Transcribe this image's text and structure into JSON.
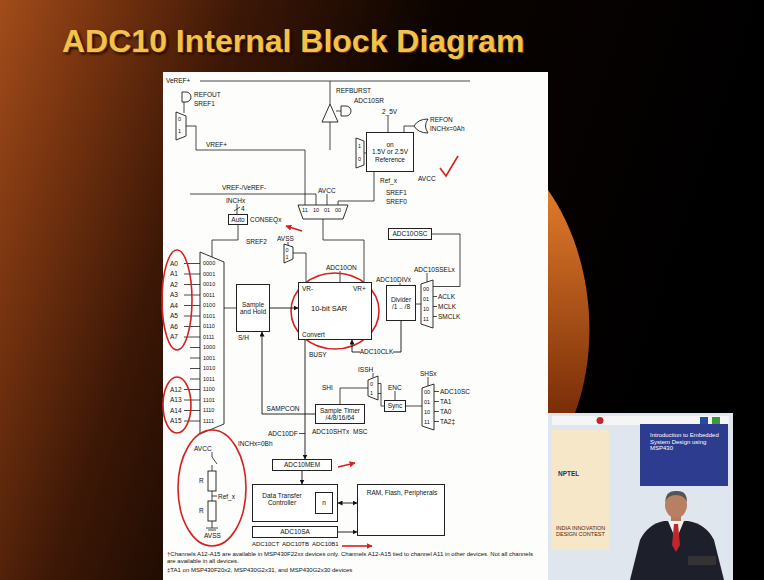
{
  "diagram": {
    "title": "ADC10 Internal Block Diagram",
    "nodes": [
      {
        "text": [
          "on",
          "1.5V or 2.5V Reference"
        ]
      },
      {
        "text": [
          "Auto"
        ]
      },
      {
        "text": [
          "ADC10OSC"
        ]
      },
      {
        "text": [
          "Sample and Hold"
        ]
      },
      {
        "text": [
          "VR-",
          "VR+",
          "10-bit SAR",
          "Convert"
        ]
      },
      {
        "text": [
          "Divider /1 .. /8"
        ]
      },
      {
        "text": [
          "Sample Timer /4/8/16/64"
        ]
      },
      {
        "text": [
          "Sync"
        ]
      },
      {
        "text": [
          "ADC10MEM"
        ]
      },
      {
        "text": [
          "Data Transfer Controller"
        ]
      },
      {
        "text": [
          "n"
        ],
        "in": 9
      },
      {
        "text": [
          "ADC10SA"
        ]
      },
      {
        "text": [
          "RAM, Flash, Peripherals"
        ]
      }
    ],
    "edges": [
      {
        "from": 3,
        "to": 4,
        "arrow": "to"
      },
      {
        "from": 5,
        "to": 4,
        "arrow": "to",
        "label": "ADC10CLK"
      },
      {
        "from": 6,
        "to": 3,
        "arrow": "to",
        "label": "SAMPCON"
      },
      {
        "from": 4,
        "to": 8,
        "arrow": "to"
      },
      {
        "from": 8,
        "to": 9,
        "arrow": "to"
      },
      {
        "from": 9,
        "to": 12,
        "arrow": "both"
      },
      {
        "from": 11,
        "to": 12,
        "arrow": "to"
      }
    ],
    "labels": [
      "VeREF+",
      "REFOUT",
      "SREF1",
      "0",
      "1",
      "REFBURST",
      "ADC10SR",
      "2_5V",
      "REFON",
      "INCHx=0Ah",
      "VREF+",
      "1",
      "0",
      "AVCC",
      "Ref_x",
      "SREF1",
      "SREF0",
      "VREF-/VeREF-",
      "AVCC",
      "11",
      "10",
      "01",
      "00",
      "INCHx",
      "4",
      "CONSEQx",
      "SREF2",
      "AVSS",
      "0",
      "1",
      "ADC10ON",
      "ADC10SSELx",
      "ADC10DIVx",
      "ACLK",
      "MCLK",
      "SMCLK",
      "00",
      "01",
      "10",
      "11",
      "S/H",
      "BUSY",
      "ISSH",
      "0",
      "1",
      "SHI",
      "ENC",
      "SHSx",
      "00",
      "01",
      "10",
      "11",
      "ADC10SC",
      "TA1",
      "TA0",
      "TA2‡",
      "ADC10SHTx",
      "MSC",
      "ADC10DF",
      "AVCC",
      "INCHx=0Bh",
      "Ref_x",
      "R",
      "R",
      "AVSS",
      "ADC10CT",
      "ADC10TB",
      "ADC10B1",
      "A0",
      "A1",
      "A2",
      "A3",
      "A4",
      "A5",
      "A6",
      "A7",
      "A12",
      "A13",
      "A14",
      "A15",
      "0000",
      "0001",
      "0010",
      "0011",
      "0100",
      "0101",
      "0110",
      "0111",
      "1000",
      "1001",
      "1010",
      "1011",
      "1100",
      "1101",
      "1110",
      "1111",
      "†Channels A12-A15 are available in MSP430F22xx devices only. Channels A12-A15 tied to channel A11 in other devices. Not all channels are available in all devices.",
      "‡TA1 on MSP430F20x2, MSP430G2x31, and MSP430G2x30 devices",
      "NPTEL",
      "Introduction to Embedded System Design using MSP430",
      "INDIA INNOVATION DESIGN CONTEST"
    ]
  }
}
